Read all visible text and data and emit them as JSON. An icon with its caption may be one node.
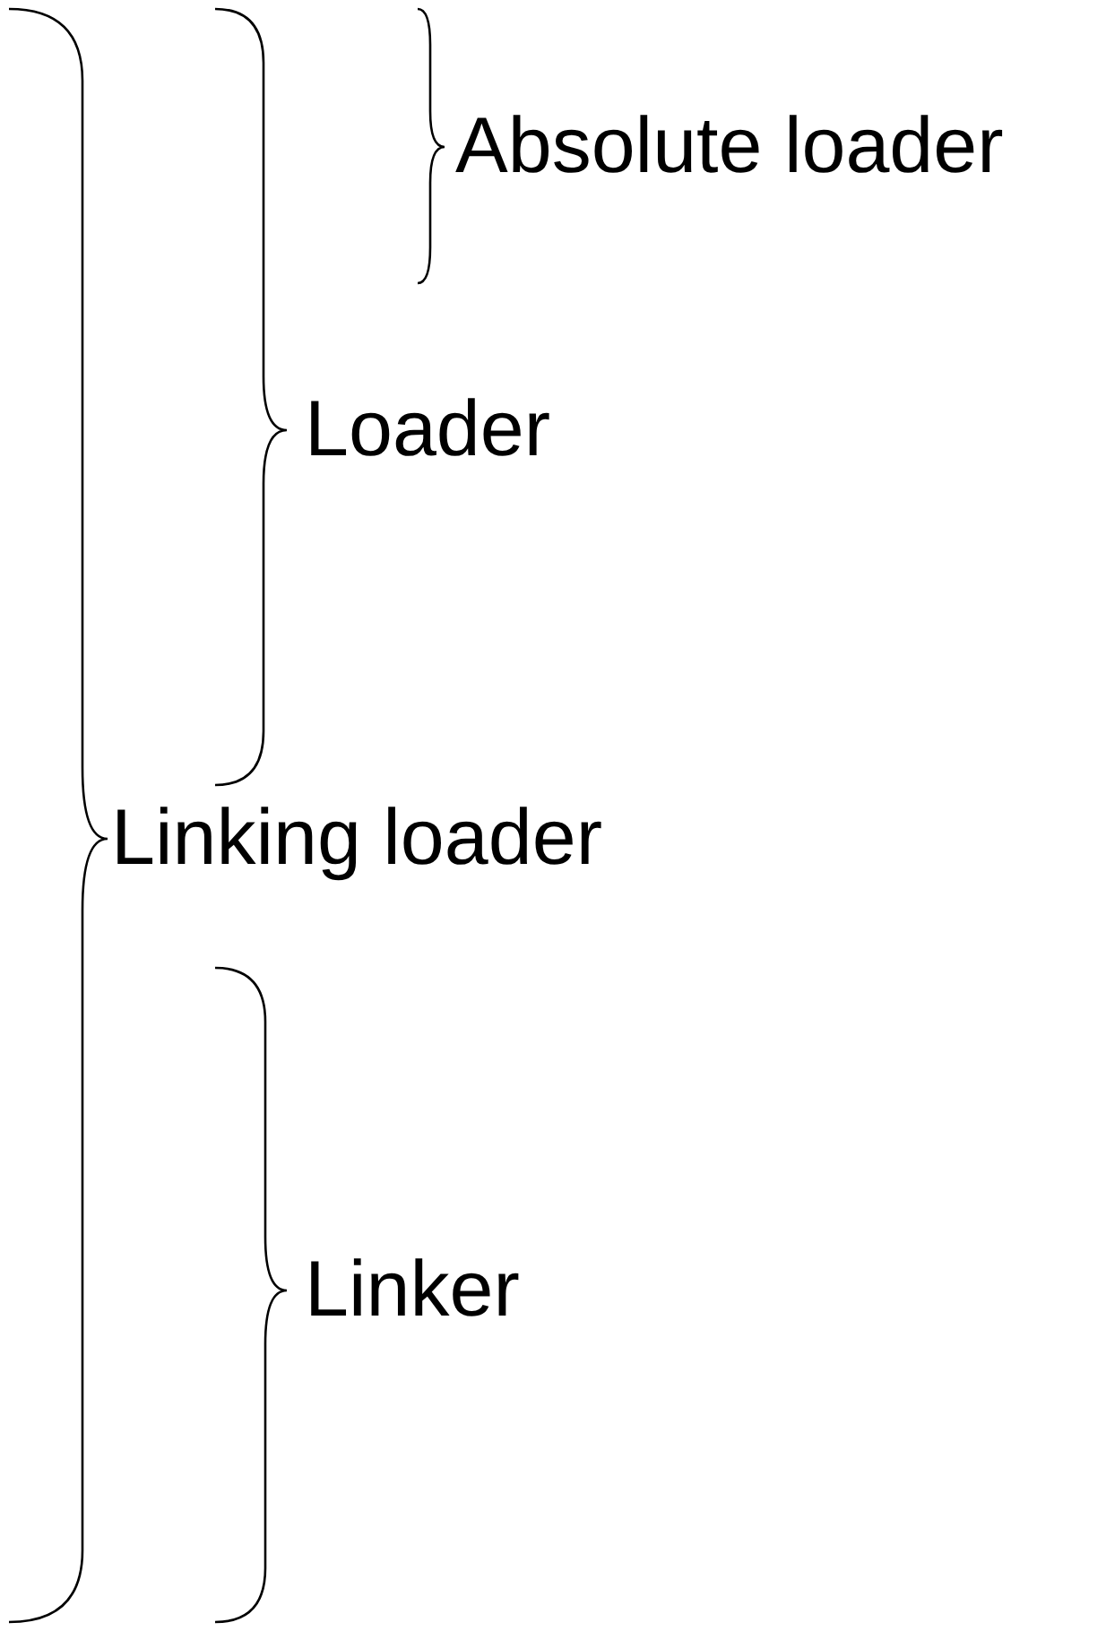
{
  "diagram": {
    "labels": [
      "Absolute loader",
      "Loader",
      "Linking loader",
      "Linker"
    ]
  }
}
